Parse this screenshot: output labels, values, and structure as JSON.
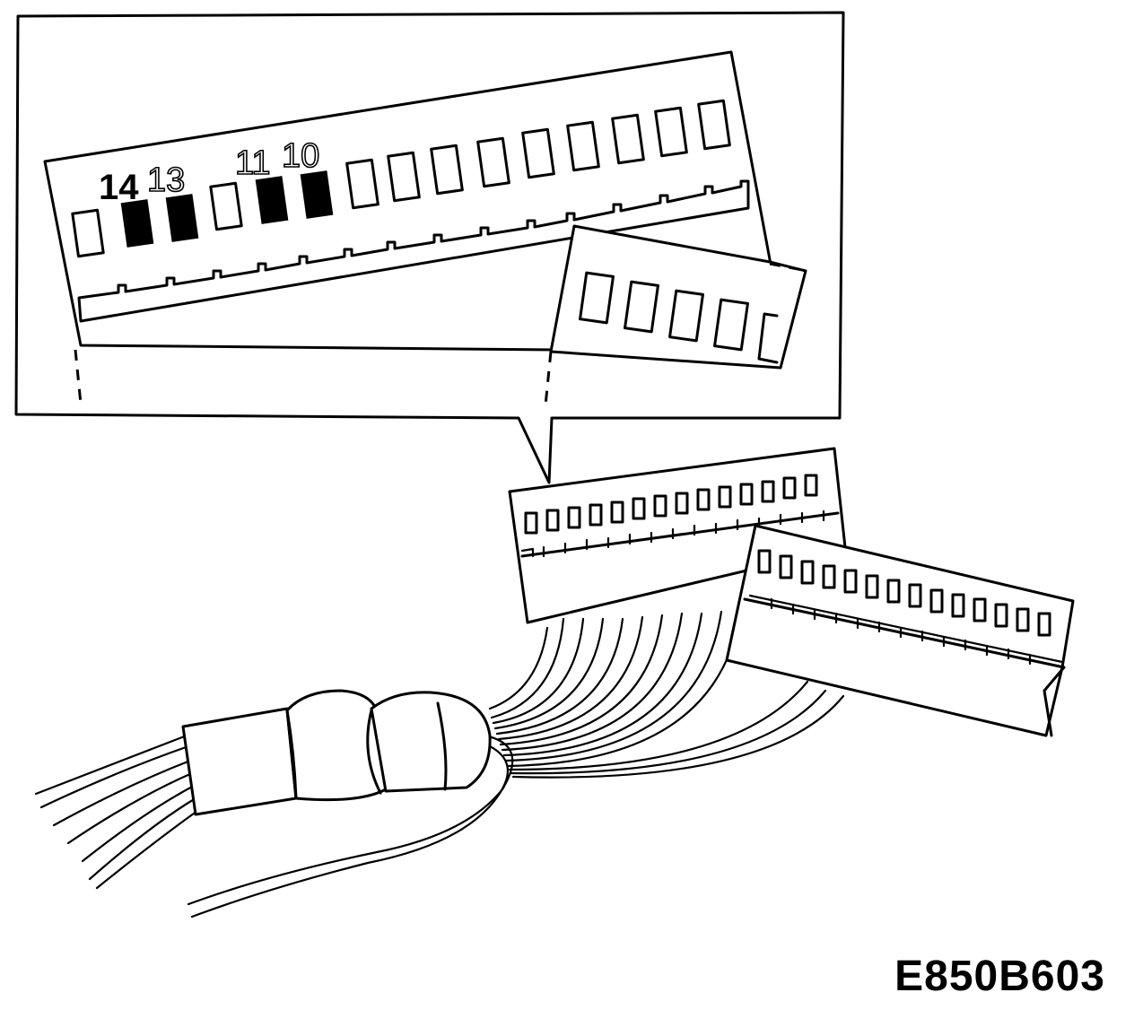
{
  "figure": {
    "reference_code": "E850B603",
    "pin_labels": [
      "14",
      "13",
      "11",
      "10"
    ],
    "highlighted_pins": [
      "14",
      "13",
      "11",
      "10"
    ]
  }
}
